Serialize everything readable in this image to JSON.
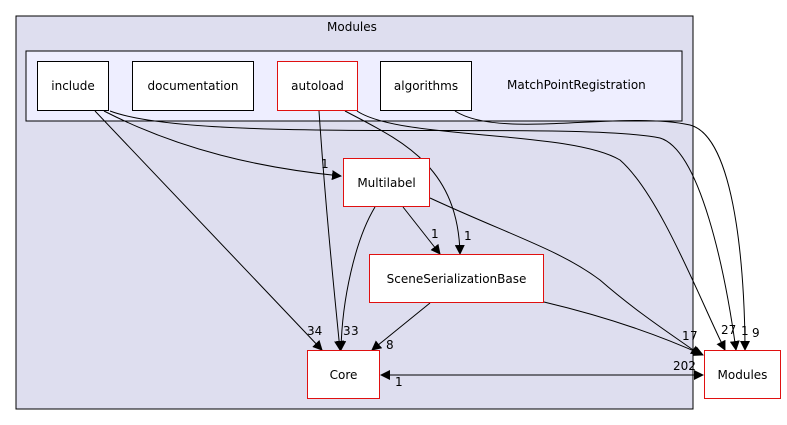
{
  "colors": {
    "outer_cluster_fill": "#dedeef",
    "inner_cluster_fill": "#eeeeff",
    "node_border_red": "#e01010",
    "node_border_black": "#000000",
    "edge": "#000000"
  },
  "clusters": {
    "outer_label": "Modules",
    "inner_label": "MatchPointRegistration"
  },
  "nodes": {
    "include": "include",
    "documentation": "documentation",
    "autoload": "autoload",
    "algorithms": "algorithms",
    "multilabel": "Multilabel",
    "scene_serialization_base": "SceneSerializationBase",
    "core": "Core",
    "modules_ext": "Modules"
  },
  "edge_labels": {
    "include_to_core": "34",
    "include_to_multilabel": "1",
    "autoload_to_core": "3",
    "multilabel_to_core": "3",
    "autoload_to_scene": "1",
    "multilabel_to_scene": "1",
    "scene_to_core": "8",
    "core_to_modules": "202",
    "modules_to_core": "1",
    "multilabel_to_modules": "1",
    "scene_to_modules": "7",
    "include_to_modules": "27",
    "autoload_to_modules": "1",
    "algorithms_to_modules": "9"
  }
}
